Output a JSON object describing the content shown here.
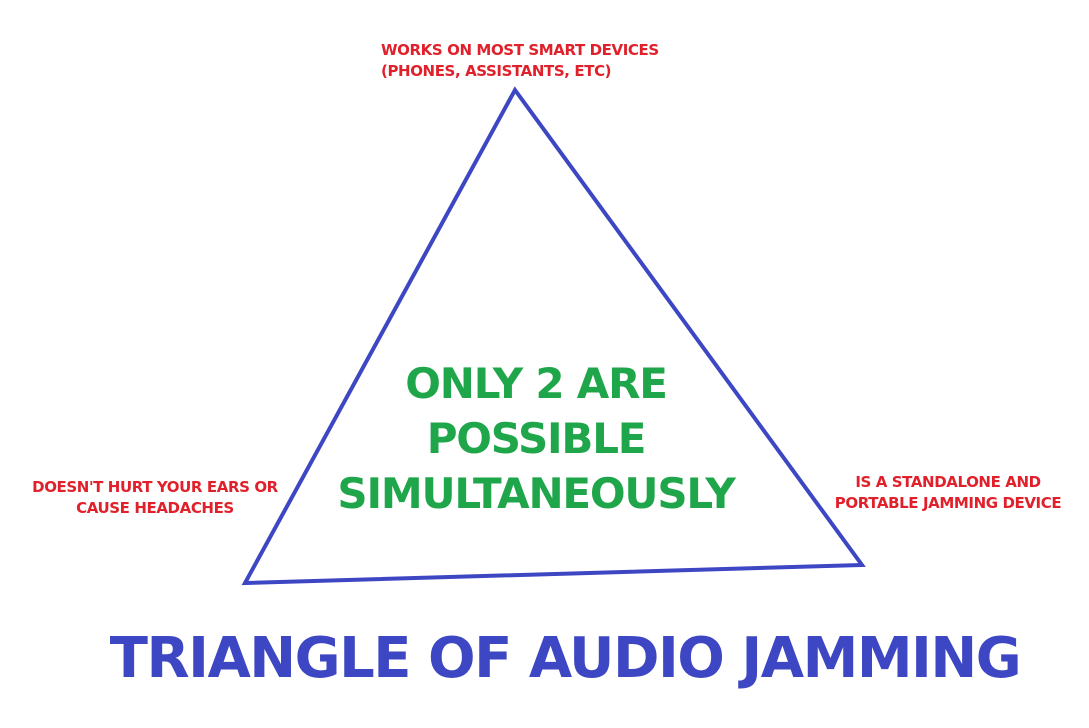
{
  "diagram": {
    "vertices": {
      "top": {
        "lines": [
          "WORKS ON MOST SMART DEVICES",
          "(PHONES, ASSISTANTS, ETC)"
        ]
      },
      "bottom_left": {
        "lines": [
          "DOESN'T HURT YOUR EARS OR",
          "CAUSE HEADACHES"
        ]
      },
      "bottom_right": {
        "lines": [
          "IS A STANDALONE AND",
          "PORTABLE JAMMING DEVICE"
        ]
      }
    },
    "center": {
      "lines": [
        "ONLY 2 ARE",
        "POSSIBLE",
        "SIMULTANEOUSLY"
      ]
    },
    "title": "TRIANGLE OF AUDIO JAMMING"
  },
  "colors": {
    "vertex_label": "#e0202a",
    "center_text": "#1fa64a",
    "triangle_stroke": "#3d46c3",
    "title": "#3d46c3",
    "background": "#ffffff"
  }
}
